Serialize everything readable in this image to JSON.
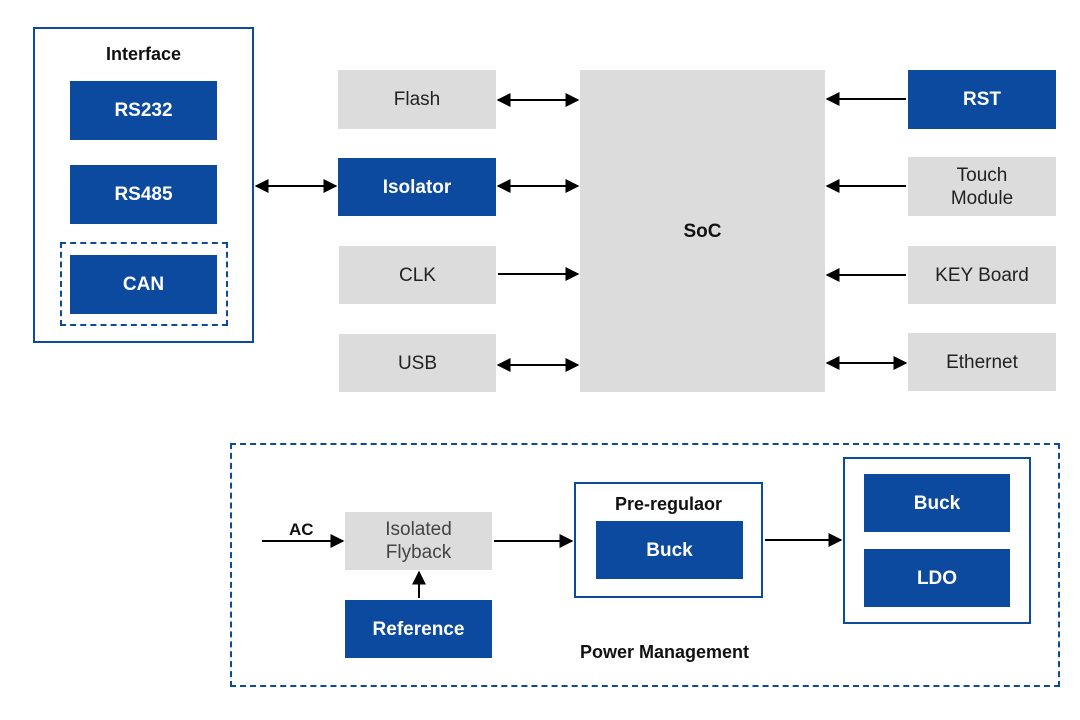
{
  "interface": {
    "title": "Interface",
    "items": [
      "RS232",
      "RS485",
      "CAN"
    ]
  },
  "left_blocks": [
    "Flash",
    "Isolator",
    "CLK",
    "USB"
  ],
  "soc": "SoC",
  "right_blocks": [
    "RST",
    "Touch\nModule",
    "KEY Board",
    "Ethernet"
  ],
  "power": {
    "title": "Power Management",
    "ac_label": "AC",
    "flyback": "Isolated\nFlyback",
    "reference": "Reference",
    "preregulator_title": "Pre-regulaor",
    "pre_buck": "Buck",
    "out_buck": "Buck",
    "ldo": "LDO"
  },
  "colors": {
    "accent": "#0b4a9e",
    "block_gray": "#dcdcdc"
  }
}
